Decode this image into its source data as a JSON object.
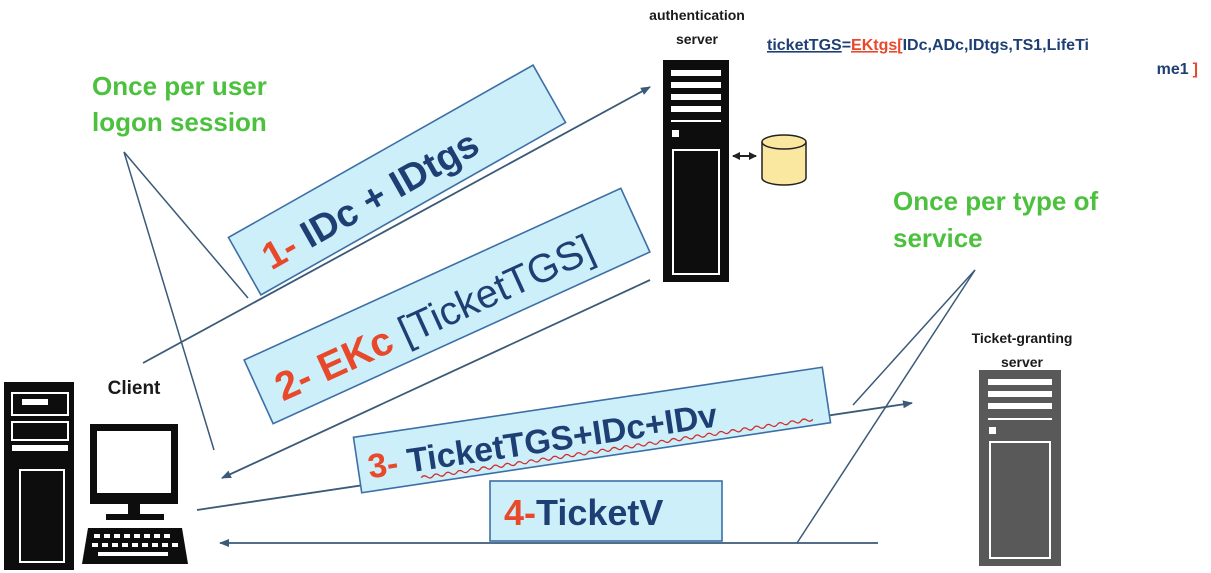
{
  "nodes": {
    "authentication_server": {
      "line1": "authentication",
      "line2": "server"
    },
    "client": {
      "label": "Client"
    },
    "tgs": {
      "line1": "Ticket-granting",
      "line2": "server"
    }
  },
  "notes": {
    "once_per_user": {
      "line1": "Once per user",
      "line2": "logon session"
    },
    "once_per_service": {
      "line1": "Once per type of",
      "line2": "service"
    }
  },
  "messages": [
    {
      "number": "1-",
      "text": " IDc + IDtgs"
    },
    {
      "number": "2-",
      "text": " EKc ",
      "text2": "[TicketTGS]"
    },
    {
      "number": "3-",
      "text": " TicketTGS+IDc+IDv"
    },
    {
      "number": "4-",
      "text": "TicketV"
    }
  ],
  "formula": {
    "name": "ticketTGS",
    "eq": "=",
    "key": "EKtgs",
    "open": "[",
    "body1": "IDc,ADc,IDtgs,TS1,LifeTi",
    "body2": "me1",
    "close": "]"
  },
  "colors": {
    "number_red": "#e8492b",
    "text_navy": "#1e3f73",
    "box_fill": "#cdeffa",
    "note_green": "#4cc13e",
    "database_yellow": "#fbe8a0"
  }
}
